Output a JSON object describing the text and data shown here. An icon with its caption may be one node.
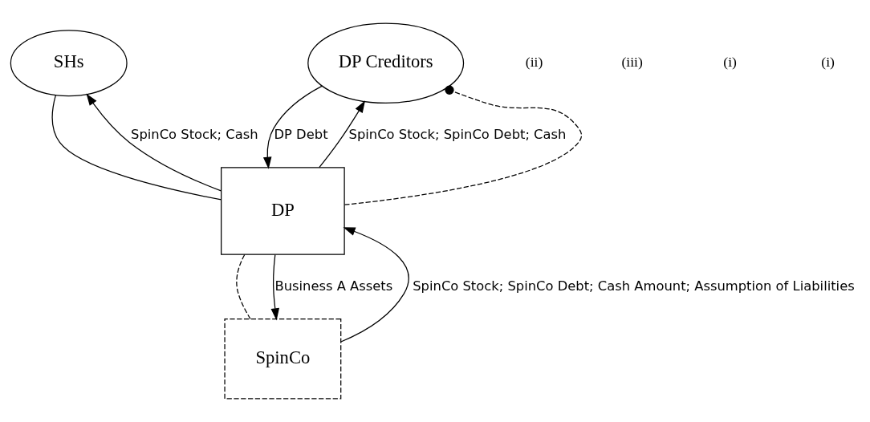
{
  "diagram": {
    "nodes": [
      {
        "text": [
          "SHs"
        ]
      },
      {
        "text": [
          "DP Creditors"
        ]
      },
      {
        "text": [
          "DP"
        ]
      },
      {
        "text": [
          "SpinCo"
        ]
      }
    ],
    "edges": [
      {
        "from": 0,
        "to": 2,
        "arrow": "none"
      },
      {
        "from": 2,
        "to": 0,
        "arrow": "to",
        "label": "SpinCo Stock; Cash"
      },
      {
        "from": 2,
        "to": 1,
        "arrow": "to",
        "label": "SpinCo Stock; SpinCo Debt; Cash"
      },
      {
        "from": 2,
        "to": 1,
        "arrow": "other",
        "style": "dashed"
      },
      {
        "from": 1,
        "to": 2,
        "arrow": "to",
        "label": "DP Debt"
      },
      {
        "from": 2,
        "to": 3,
        "arrow": "none",
        "style": "dashed"
      },
      {
        "from": 3,
        "to": 2,
        "arrow": "to",
        "label": "SpinCo Stock; SpinCo Debt; Cash Amount; Assumption of Liabilities"
      },
      {
        "from": 2,
        "to": 3,
        "arrow": "to",
        "label": "Business A Assets"
      }
    ],
    "labels": [
      "(ii)",
      "(iii)",
      "(i)",
      "(i)"
    ]
  }
}
